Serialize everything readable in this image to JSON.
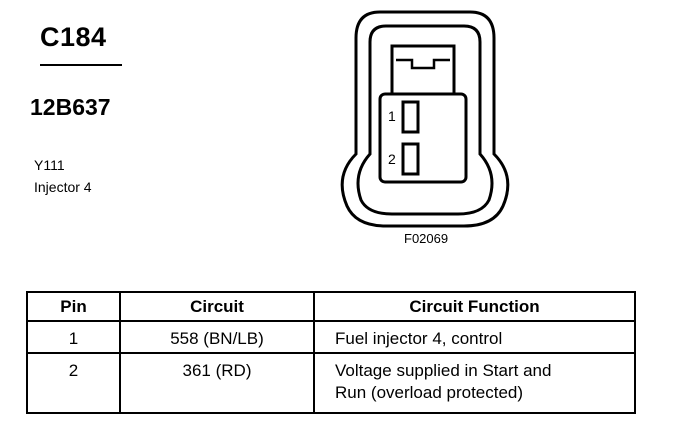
{
  "header": {
    "connector_id": "C184",
    "part_number": "12B637",
    "component_code": "Y111",
    "component_name": "Injector 4"
  },
  "figure": {
    "code": "F02069",
    "pin_labels": [
      "1",
      "2"
    ]
  },
  "pin_table": {
    "columns": [
      "Pin",
      "Circuit",
      "Circuit Function"
    ],
    "rows": [
      {
        "pin": "1",
        "circuit": "558 (BN/LB)",
        "function_lines": [
          "Fuel injector 4, control"
        ]
      },
      {
        "pin": "2",
        "circuit": "361 (RD)",
        "function_lines": [
          "Voltage supplied in Start and",
          "Run (overload protected)"
        ]
      }
    ]
  }
}
